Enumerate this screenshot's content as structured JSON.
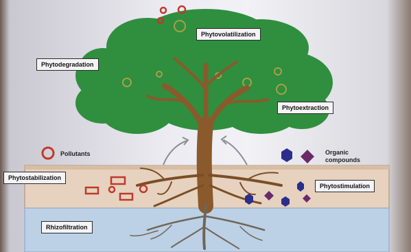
{
  "labels": {
    "phytovolatilization": "Phytovolatilization",
    "phytodegradation": "Phytodegradation",
    "phytoextraction": "Phytoextraction",
    "phytostabilization": "Phytostabilization",
    "phytostimulation": "Phytostimulation",
    "rhizofiltration": "Rhizofiltration"
  },
  "legend": {
    "pollutants": "Pollutants",
    "organic_line1": "Organic",
    "organic_line2": "compounds"
  },
  "colors": {
    "canopy": "#2e8b3c",
    "trunk": "#8a5a2c",
    "soil": "#e6d2bf",
    "water": "#bcd0e6",
    "pollutant": "#c0392b",
    "organic_blue": "#2b2e8a",
    "organic_purple": "#6a2a6a"
  },
  "icons": [
    "pollutant-ring-icon",
    "organic-compound-hexagon-icon",
    "organic-compound-diamond-icon",
    "uptake-arrow-icon"
  ]
}
